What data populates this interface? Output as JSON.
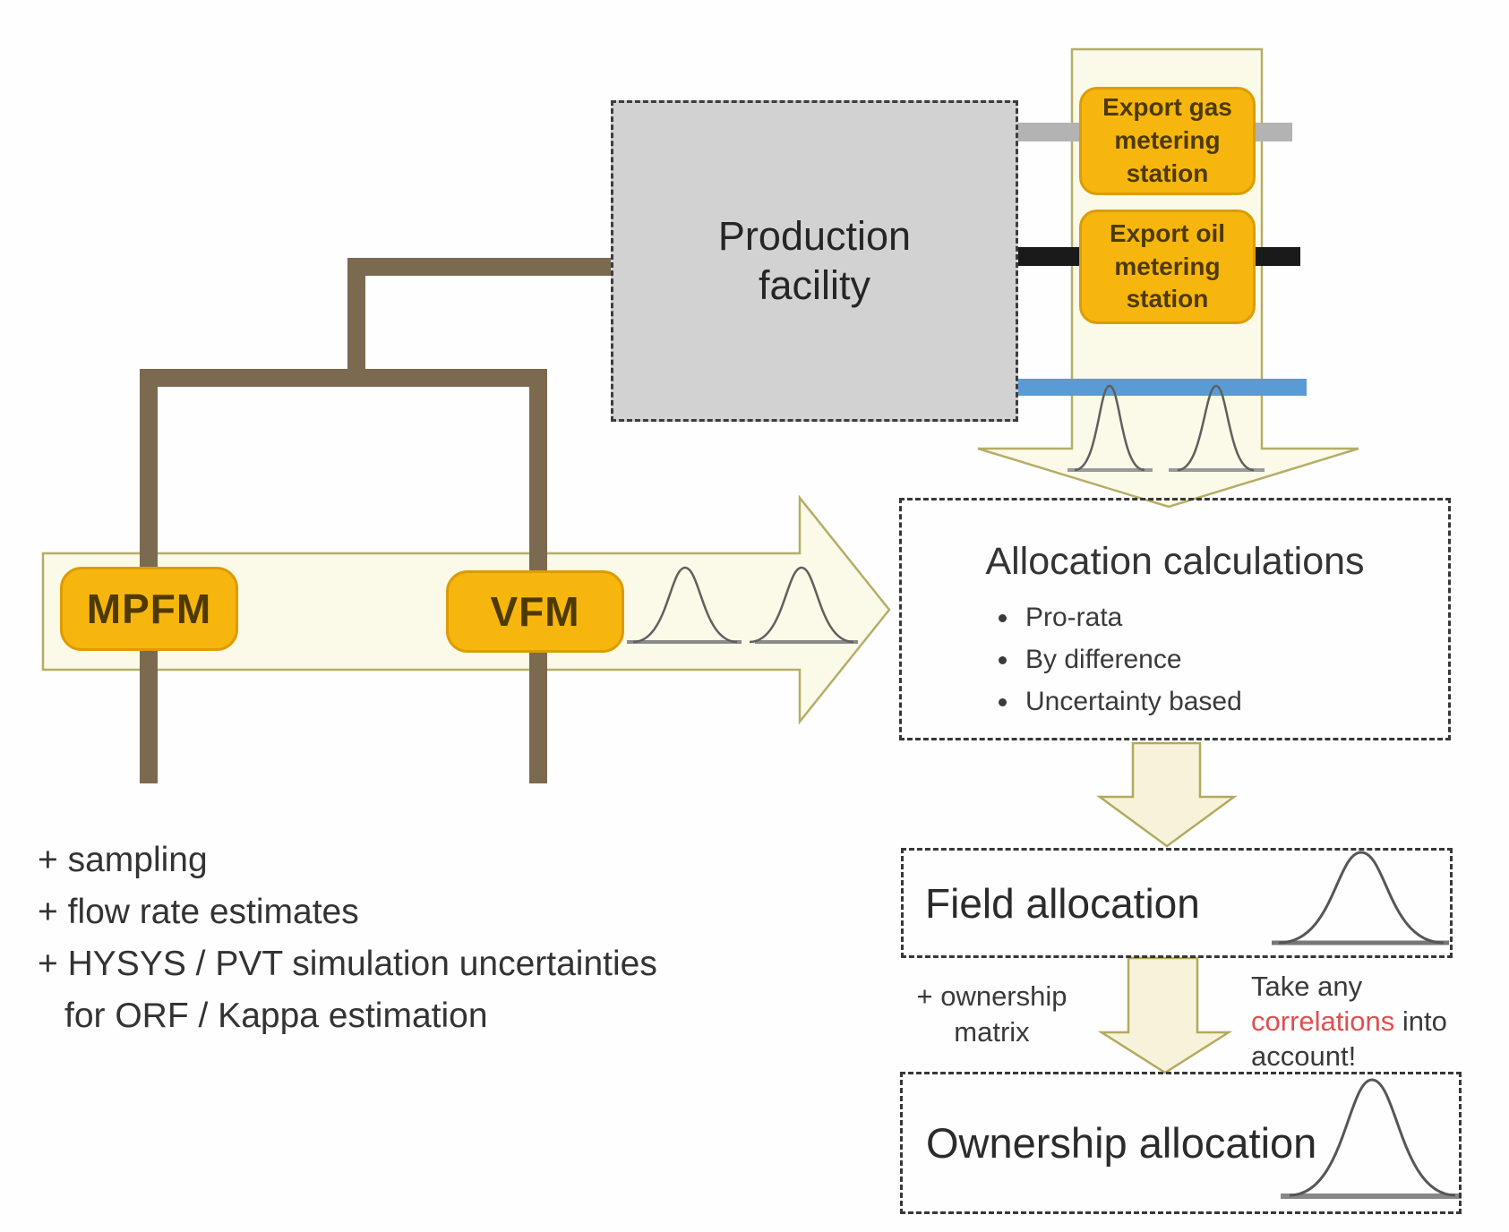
{
  "diagram": {
    "production_facility": {
      "label": "Production facility"
    },
    "metering_stations": {
      "export_gas": "Export gas metering station",
      "export_oil": "Export oil metering station"
    },
    "flow_meters": {
      "mpfm": "MPFM",
      "vfm": "VFM"
    },
    "allocation": {
      "title": "Allocation calculations",
      "bullets": [
        "Pro-rata",
        "By difference",
        "Uncertainty based"
      ]
    },
    "field_allocation": {
      "label": "Field allocation"
    },
    "ownership_allocation": {
      "label": "Ownership allocation"
    },
    "annotations": {
      "inputs": [
        "+ sampling",
        "+ flow rate estimates",
        "+ HYSYS / PVT simulation uncertainties",
        "for ORF / Kappa estimation"
      ],
      "ownership_matrix": [
        "+ ownership",
        "matrix"
      ],
      "correlation_note": {
        "line1": "Take any",
        "highlight": "correlations",
        "line2_rest": "into",
        "line3": "account!"
      }
    },
    "icons": {
      "bell_curve": "normal-distribution-curve",
      "block_arrow": "process-flow-arrow",
      "pipeline": "brown-pipe-connector"
    },
    "colors": {
      "meter_box_fill": "#f6b60e",
      "meter_box_border": "#dc9c04",
      "band_fill": "#fbf9e7",
      "band_border": "#b5ad68",
      "arrow_fill": "#f7f3da",
      "pipe_brown": "#7b6a4f",
      "gas_line_gray": "#b3b3b3",
      "oil_line_black": "#1a1a1a",
      "water_line_blue": "#5b9bd5",
      "facility_gray": "#d2d2d2",
      "highlight_red": "#e04f4f"
    }
  }
}
